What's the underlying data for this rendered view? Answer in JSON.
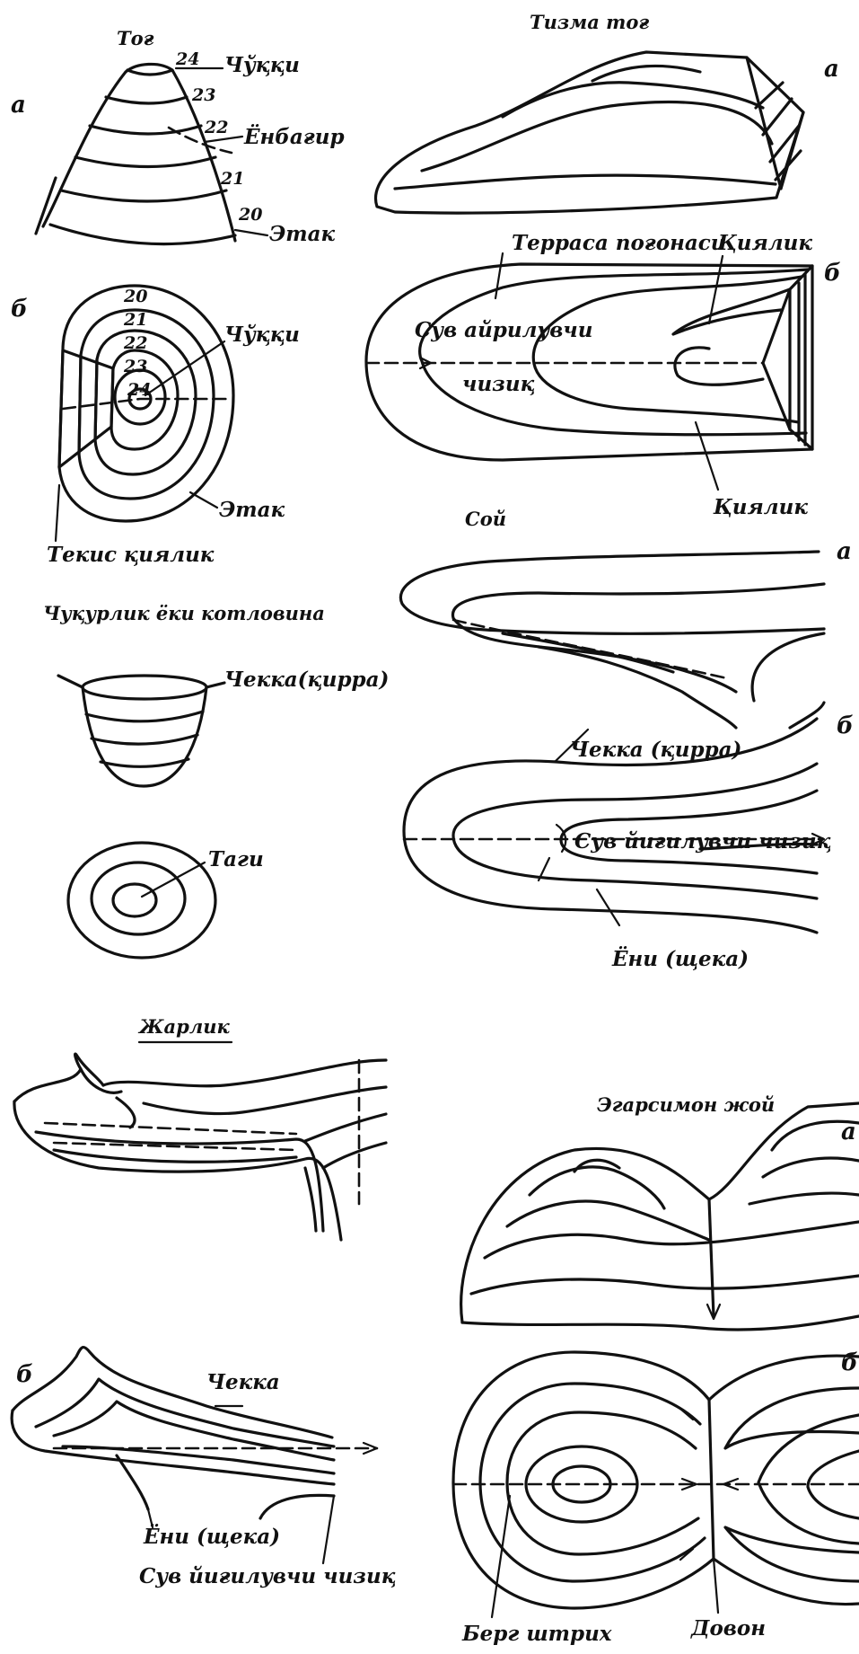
{
  "titles": {
    "hill": "Тоғ",
    "ridge": "Тизма тоғ",
    "basin": "Чуқурлик ёки котловина",
    "valley": "Сой",
    "ravine": "Жарлик",
    "saddle": "Эгарсимон жой"
  },
  "letters": {
    "hill_a": "а",
    "hill_b": "б",
    "ridge_a": "а",
    "ridge_b": "б",
    "valley_a": "а",
    "valley_b": "б",
    "ravine_b": "б",
    "saddle_a": "а",
    "saddle_b": "б"
  },
  "hill": {
    "elevations": [
      "24",
      "23",
      "22",
      "21",
      "20"
    ],
    "summit": "Чўққи",
    "slope": "Ёнбағир",
    "foot": "Этак",
    "flat_slope": "Текис қиялик"
  },
  "ridge": {
    "terrace": "Терраса поғонаси",
    "slope_top": "Қиялик",
    "watershed_1": "Сув айрилувчи",
    "watershed_2": "чизиқ",
    "slope_bottom": "Қиялик"
  },
  "basin": {
    "rim": "Чекка(қирра)",
    "bottom": "Таги"
  },
  "valley": {
    "rim": "Чекка (қирра)",
    "thalweg": "Сув йиғилувчи чизиқ",
    "side": "Ёни (щека)"
  },
  "ravine": {
    "rim": "Чекка",
    "side": "Ёни (щека)",
    "thalweg": "Сув йиғилувчи чизиқ"
  },
  "saddle": {
    "berg": "Берг штрих",
    "pass": "Довон"
  }
}
